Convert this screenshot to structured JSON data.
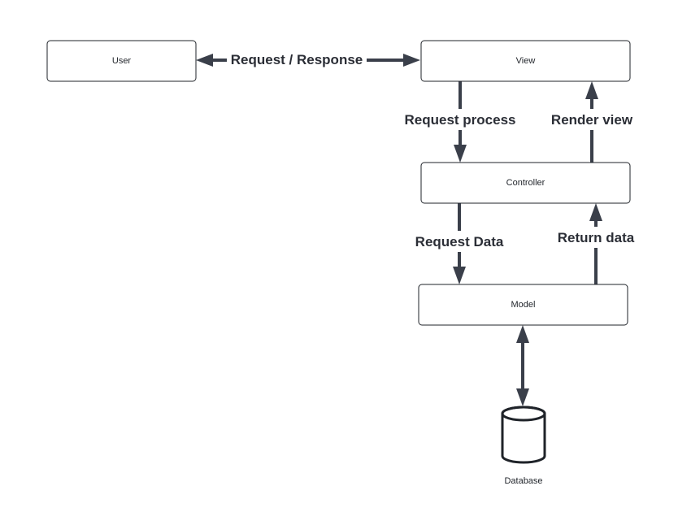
{
  "nodes": {
    "user": "User",
    "view": "View",
    "controller": "Controller",
    "model": "Model",
    "database": "Database"
  },
  "edges": {
    "user_view": "Request / Response",
    "view_controller": "Request process",
    "controller_view": "Render view",
    "controller_model": "Request Data",
    "model_controller": "Return data"
  },
  "colors": {
    "connector": "#3a3f4a",
    "box_border": "#1f2329",
    "background": "#ffffff"
  }
}
